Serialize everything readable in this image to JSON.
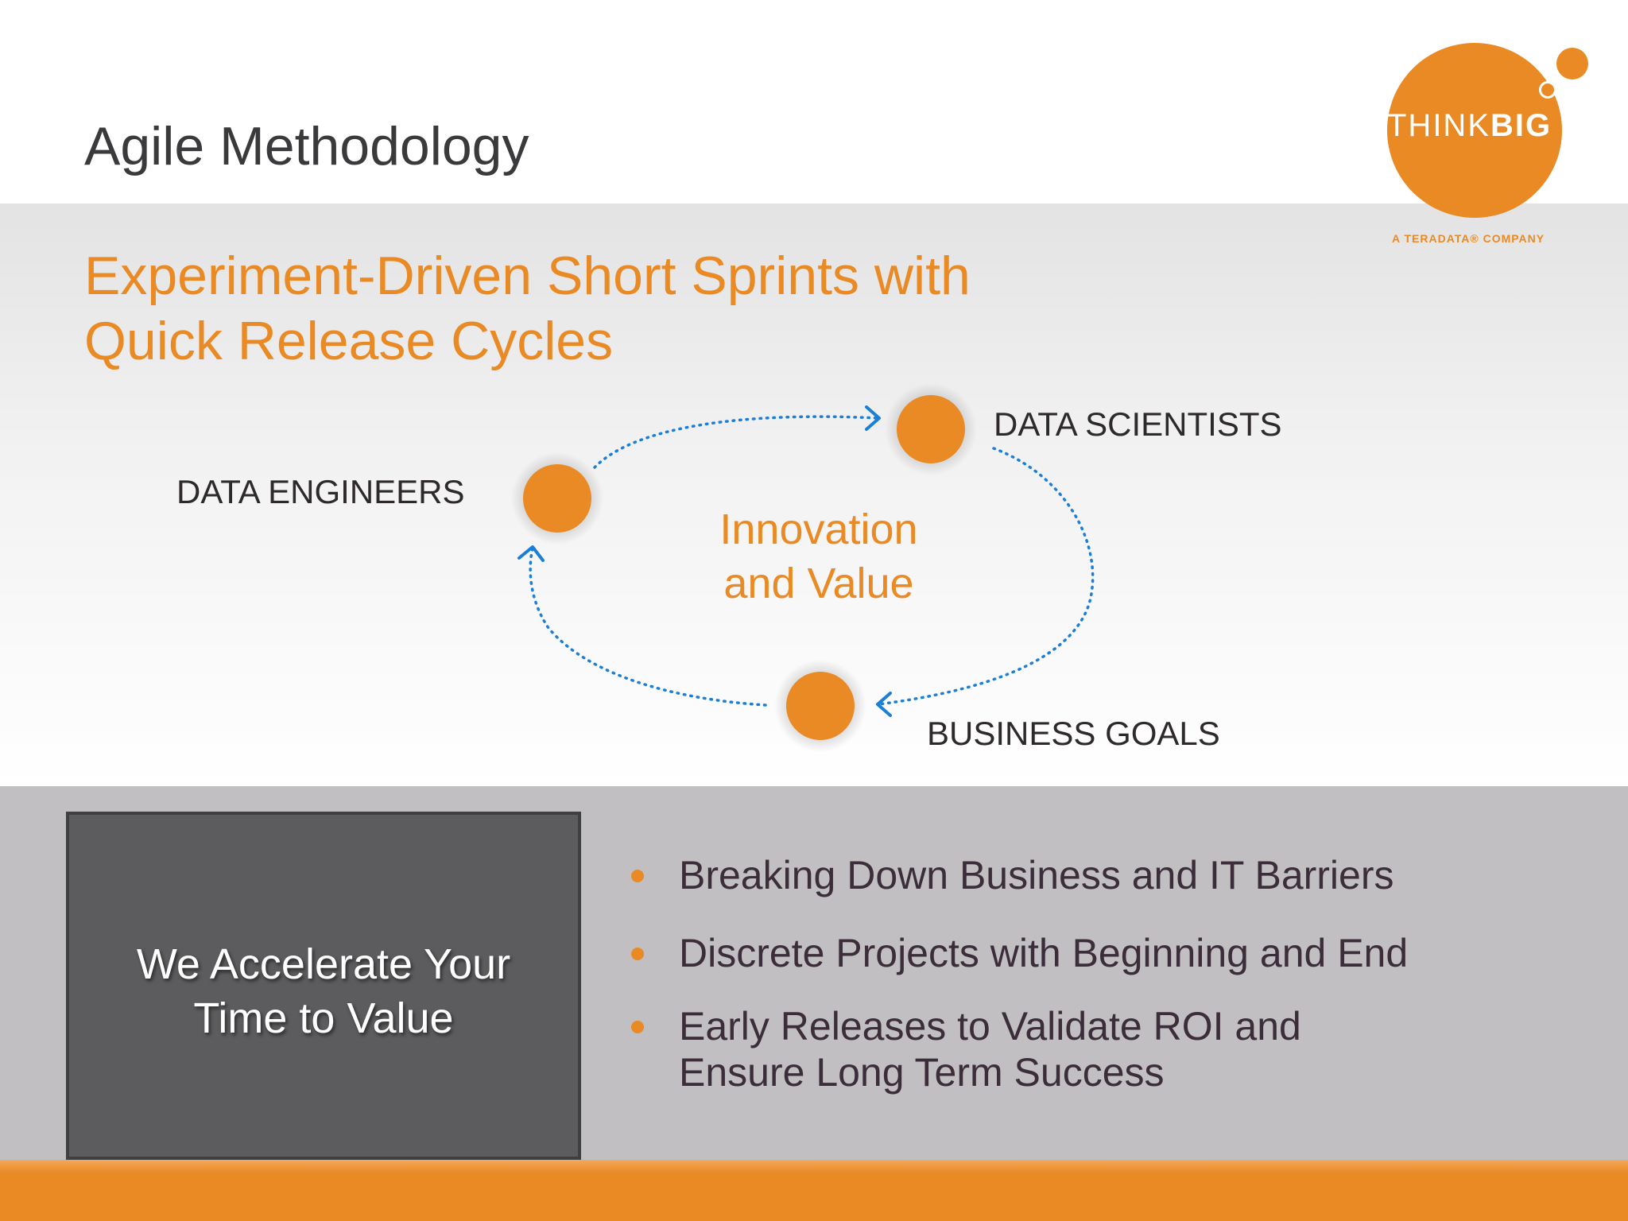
{
  "slide": {
    "title": "Agile Methodology",
    "subtitle_lines": [
      "Experiment-Driven Short Sprints with",
      "Quick Release Cycles"
    ]
  },
  "logo": {
    "wordmark_light": "THINK",
    "wordmark_bold": "BIG",
    "tagline": "A TERADATA® COMPANY"
  },
  "diagram": {
    "center_lines": [
      "Innovation",
      "and Value"
    ],
    "nodes": [
      {
        "id": "data-engineers",
        "label": "DATA ENGINEERS"
      },
      {
        "id": "data-scientists",
        "label": "DATA SCIENTISTS"
      },
      {
        "id": "business-goals",
        "label": "BUSINESS GOALS"
      }
    ],
    "flow": [
      "DATA ENGINEERS",
      "DATA SCIENTISTS",
      "BUSINESS GOALS",
      "DATA ENGINEERS"
    ]
  },
  "callout": {
    "lines": [
      "We Accelerate Your",
      "Time to Value"
    ]
  },
  "bullets": [
    {
      "lines": [
        "Breaking Down Business and IT Barriers"
      ]
    },
    {
      "lines": [
        "Discrete Projects with Beginning and End"
      ]
    },
    {
      "lines": [
        "Early Releases to Validate ROI and",
        "Ensure Long Term Success"
      ]
    }
  ],
  "colors": {
    "accent": "#e98a24",
    "arrow": "#1c7fd6",
    "title_text": "#3a3a3c",
    "body_text": "#3b2e3a",
    "callout_bg": "#5c5c5e",
    "footer_band": "#c1bfc2"
  }
}
